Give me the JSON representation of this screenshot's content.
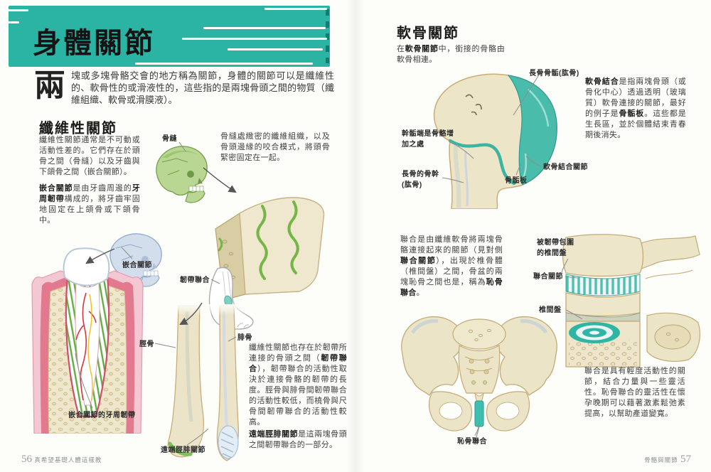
{
  "banner": {
    "title": "身體關節",
    "color": "#2bb4a3"
  },
  "left": {
    "dropcap": "兩",
    "intro": "塊或多塊骨骼交會的地方稱為關節，身體的關節可以是纖維性的、軟骨性的或滑液性的，這些指的是兩塊骨頭之間的物質（纖維組織、軟骨或滑膜液）。",
    "heading": "纖維性關節",
    "p1": "纖維性關節通常是不可動或活動性差的。它們存在於頭骨之間（骨縫）以及牙齒與下頜骨之間（嵌合關節）。",
    "p2": [
      "嵌合關節",
      "是由牙齒周邊的",
      "牙周韌帶",
      "構成的，將牙齒牢固地固定在上頜骨或下頜骨中。"
    ],
    "suture_note": "骨縫處緻密的纖維組織，以及骨頭邊緣的咬合模式，將頭骨緊密固定在一起。",
    "p3": [
      "纖維性關節也存在於韌帶所連接的骨頭之間（",
      "韌帶聯合",
      "），韌帶聯合的活動性取決於連接骨骼的韌帶的長度。脛骨與腓骨間韌帶聯合的活動性較低，而橈骨與尺骨間韌帶聯合的活動性較高。"
    ],
    "p4": [
      "遠端脛腓關節",
      "是這兩塊骨頭之間韌帶聯合的一部分。"
    ],
    "labels": {
      "suture": "骨縫",
      "gomphosis": "嵌合關節",
      "pdl": "嵌合關節的牙周韌帶",
      "syndesmosis": "韌帶聯合",
      "tibia": "脛骨",
      "fibula": "腓骨",
      "distal_tibfib": "遠端脛腓關節"
    },
    "footer": {
      "page": "56",
      "book": "真希望基礎人體這樣教"
    }
  },
  "right": {
    "heading": "軟骨關節",
    "intro": [
      "在",
      "軟骨關節",
      "中，銜接的骨骼由軟骨相連。"
    ],
    "p1": [
      "軟骨結合",
      "是指兩塊骨頭（或骨化中心）透過透明（玻璃質）軟骨連接的關節，最好的例子是",
      "骨骺板",
      "。這些都是生長區，並於個體結束青春期後消失。"
    ],
    "p2": [
      "聯合是由纖維軟骨將兩塊骨骼連接起來的關節（見對側",
      "聯合關節",
      "），出現於椎骨體（椎間盤）之間，骨盆的兩塊恥骨之間也是，稱為",
      "恥骨聯合",
      "。"
    ],
    "p3": "聯合是具有輕度活動性的關節，結合力量與一些靈活性。恥骨聯合的靈活性在懷孕晚期可以藉著激素鬆弛素提高，以幫助產道變寬。",
    "labels": {
      "epiphysis": "長骨骨骺(肱骨)",
      "metaphysis": "幹骺端是骨骼增加之處",
      "shaft": "長骨的骨幹(肱骨)",
      "synchondrosis": "軟骨結合關節",
      "growth_plate": "骨骺板",
      "disc_ligament": "被韌帶包圍的椎間盤",
      "symphysis_joint": "聯合關節",
      "ivd": "椎間盤",
      "pubic_symphysis": "恥骨聯合"
    },
    "footer": {
      "chapter": "骨骼與關節",
      "page": "57"
    }
  }
}
